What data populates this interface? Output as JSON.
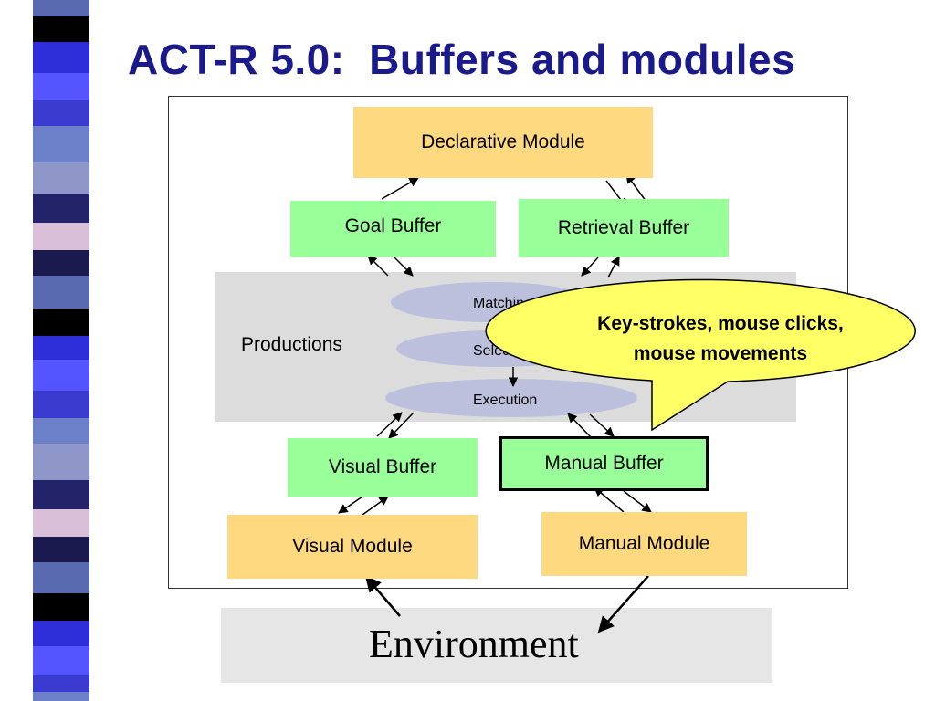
{
  "title": "ACT-R 5.0:  Buffers and modules",
  "modules": {
    "declarative": "Declarative Module",
    "visual": "Visual Module",
    "manual": "Manual Module"
  },
  "buffers": {
    "goal": "Goal Buffer",
    "retrieval": "Retrieval Buffer",
    "visual": "Visual Buffer",
    "manual": "Manual Buffer"
  },
  "productions": {
    "label": "Productions",
    "stages": [
      "Matching",
      "Selection",
      "Execution"
    ]
  },
  "callout": {
    "line1": "Key-strokes, mouse clicks,",
    "line2": "mouse movements"
  },
  "environment": "Environment",
  "colors": {
    "title": "#1a1a8c",
    "module": "#ffd980",
    "buffer": "#99ff99",
    "productions_panel": "#dcdcdc",
    "stage_ellipse": "#bcc0dc",
    "callout": "#ffff66",
    "environment_panel": "#e6e6e6",
    "strip": [
      "#5a6ab0",
      "#23236a",
      "#3b3bd0",
      "#000000",
      "#d9bfd8",
      "#6c7fc9",
      "#2e2ed9",
      "#1a1a4f",
      "#8f97c8",
      "#5555ff"
    ]
  }
}
